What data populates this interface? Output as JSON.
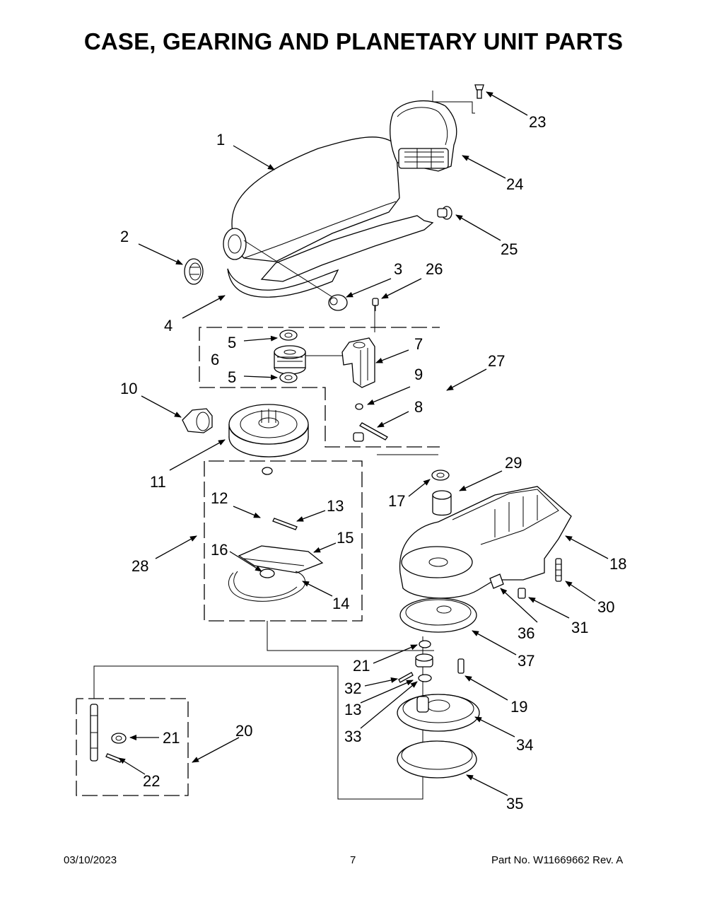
{
  "title": "CASE, GEARING AND PLANETARY UNIT PARTS",
  "callouts": [
    "1",
    "2",
    "3",
    "4",
    "5",
    "6",
    "5",
    "7",
    "8",
    "9",
    "10",
    "11",
    "12",
    "13",
    "14",
    "15",
    "16",
    "17",
    "18",
    "19",
    "20",
    "21",
    "21",
    "22",
    "23",
    "24",
    "25",
    "26",
    "27",
    "28",
    "29",
    "30",
    "31",
    "32",
    "13",
    "33",
    "34",
    "35",
    "36",
    "37"
  ],
  "footer": {
    "date": "03/10/2023",
    "page": "7",
    "part_number": "Part No.  W11669662  Rev.  A"
  }
}
